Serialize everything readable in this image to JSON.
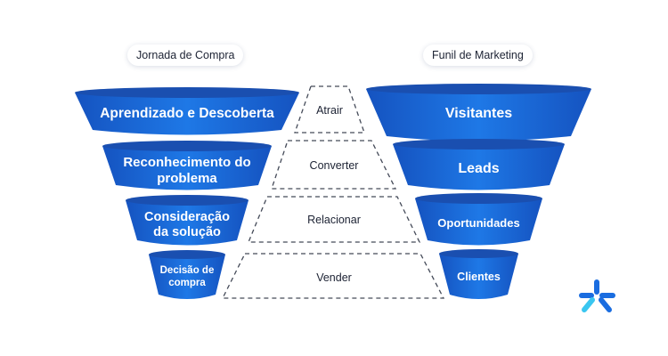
{
  "headers": {
    "left": "Jornada de Compra",
    "right": "Funil de Marketing"
  },
  "left_funnel": [
    "Aprendizado e Descoberta",
    "Reconhecimento do problema",
    "Consideração da solução",
    "Decisão de compra"
  ],
  "stages": [
    "Atrair",
    "Converter",
    "Relacionar",
    "Vender"
  ],
  "right_funnel": [
    "Visitantes",
    "Leads",
    "Oportunidades",
    "Clientes"
  ],
  "logo": {
    "name": "brand-asterisk-logo"
  },
  "colors": {
    "funnel_blue": "#1266d6",
    "funnel_rim": "#1a4fb0",
    "dashed": "#444a58",
    "logo_blue": "#1a6de0",
    "logo_cyan": "#3ac6f0"
  }
}
